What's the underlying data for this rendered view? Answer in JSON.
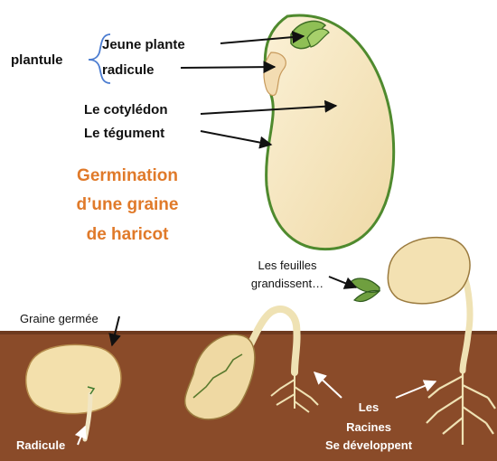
{
  "labels": {
    "plantule": "plantule",
    "jeune_plante": "Jeune plante",
    "radicule_top": "radicule",
    "cotyledon": "Le cotylédon",
    "tegument": "Le tégument",
    "graine_germee": "Graine germée",
    "feuilles": [
      "Les feuilles",
      "grandissent…"
    ],
    "radicule_bottom": "Radicule",
    "racines": [
      "Les",
      "Racines",
      "Se développent"
    ]
  },
  "title_lines": [
    "Germination",
    "d’une graine",
    "de haricot"
  ],
  "colors": {
    "title": "#e07a2a",
    "soil": "#8a4b29",
    "seed": "#f6e7c2",
    "seed_outline": "#3e7a2e",
    "leaf": "#7fb04a",
    "text_dark": "#111111",
    "text_light": "#ffffff",
    "bracket": "#4a7bd0"
  }
}
